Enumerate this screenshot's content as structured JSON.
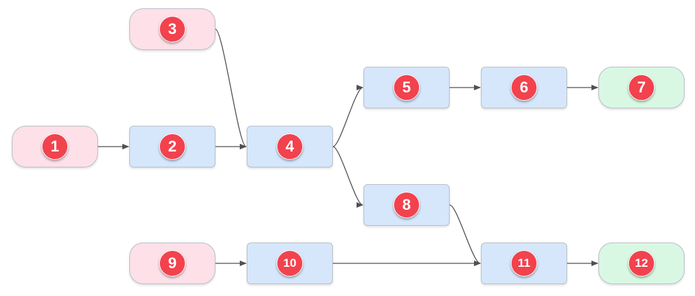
{
  "colors": {
    "start": "#fde0e8",
    "process": "#d6e7fb",
    "end": "#d9f8e3",
    "badge": "#f2424e",
    "edge": "#505050"
  },
  "nodes": [
    {
      "id": "1",
      "label": "1",
      "kind": "start"
    },
    {
      "id": "2",
      "label": "2",
      "kind": "process"
    },
    {
      "id": "3",
      "label": "3",
      "kind": "start"
    },
    {
      "id": "4",
      "label": "4",
      "kind": "process"
    },
    {
      "id": "5",
      "label": "5",
      "kind": "process"
    },
    {
      "id": "6",
      "label": "6",
      "kind": "process"
    },
    {
      "id": "7",
      "label": "7",
      "kind": "end"
    },
    {
      "id": "8",
      "label": "8",
      "kind": "process"
    },
    {
      "id": "9",
      "label": "9",
      "kind": "start"
    },
    {
      "id": "10",
      "label": "10",
      "kind": "process"
    },
    {
      "id": "11",
      "label": "11",
      "kind": "process"
    },
    {
      "id": "12",
      "label": "12",
      "kind": "end"
    }
  ],
  "edges": [
    {
      "from": "1",
      "to": "2"
    },
    {
      "from": "2",
      "to": "4"
    },
    {
      "from": "3",
      "to": "4"
    },
    {
      "from": "4",
      "to": "5"
    },
    {
      "from": "4",
      "to": "8"
    },
    {
      "from": "5",
      "to": "6"
    },
    {
      "from": "6",
      "to": "7"
    },
    {
      "from": "8",
      "to": "11"
    },
    {
      "from": "9",
      "to": "10"
    },
    {
      "from": "10",
      "to": "11"
    },
    {
      "from": "11",
      "to": "12"
    }
  ]
}
